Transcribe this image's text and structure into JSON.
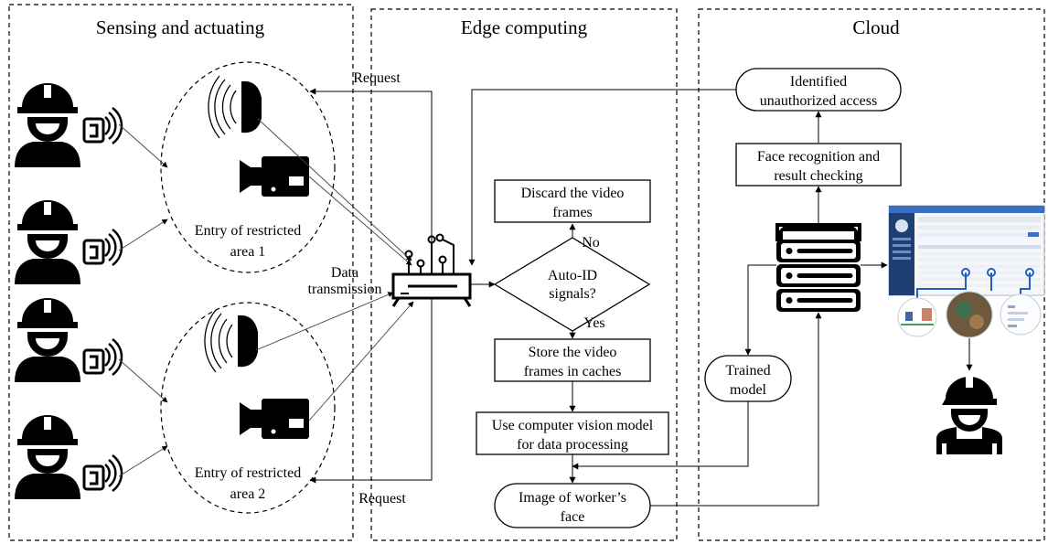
{
  "sections": {
    "sensing": "Sensing and actuating",
    "edge": "Edge computing",
    "cloud": "Cloud"
  },
  "sensing": {
    "area1_line1": "Entry of restricted",
    "area1_line2": "area 1",
    "area2_line1": "Entry of restricted",
    "area2_line2": "area 2"
  },
  "edge": {
    "request_top": "Request",
    "request_bottom": "Request",
    "data_tx_line1": "Data",
    "data_tx_line2": "transmission",
    "decision_line1": "Auto-ID",
    "decision_line2": "signals?",
    "no_label": "No",
    "yes_label": "Yes",
    "discard_line1": "Discard the video",
    "discard_line2": "frames",
    "store_line1": "Store the video",
    "store_line2": "frames in caches",
    "cv_line1": "Use computer vision model",
    "cv_line2": "for data processing",
    "face_line1": "Image of worker’s",
    "face_line2": "face"
  },
  "cloud": {
    "identified_line1": "Identified",
    "identified_line2": "unauthorized access",
    "recognition_line1": "Face recognition and",
    "recognition_line2": "result checking",
    "trained_line1": "Trained",
    "trained_line2": "model"
  },
  "icons": [
    "worker-icon",
    "rfid-tag-icon",
    "rfid-reader-icon",
    "video-camera-icon",
    "edge-gateway-icon",
    "server-icon",
    "dashboard-screenshot",
    "security-guard-icon"
  ]
}
